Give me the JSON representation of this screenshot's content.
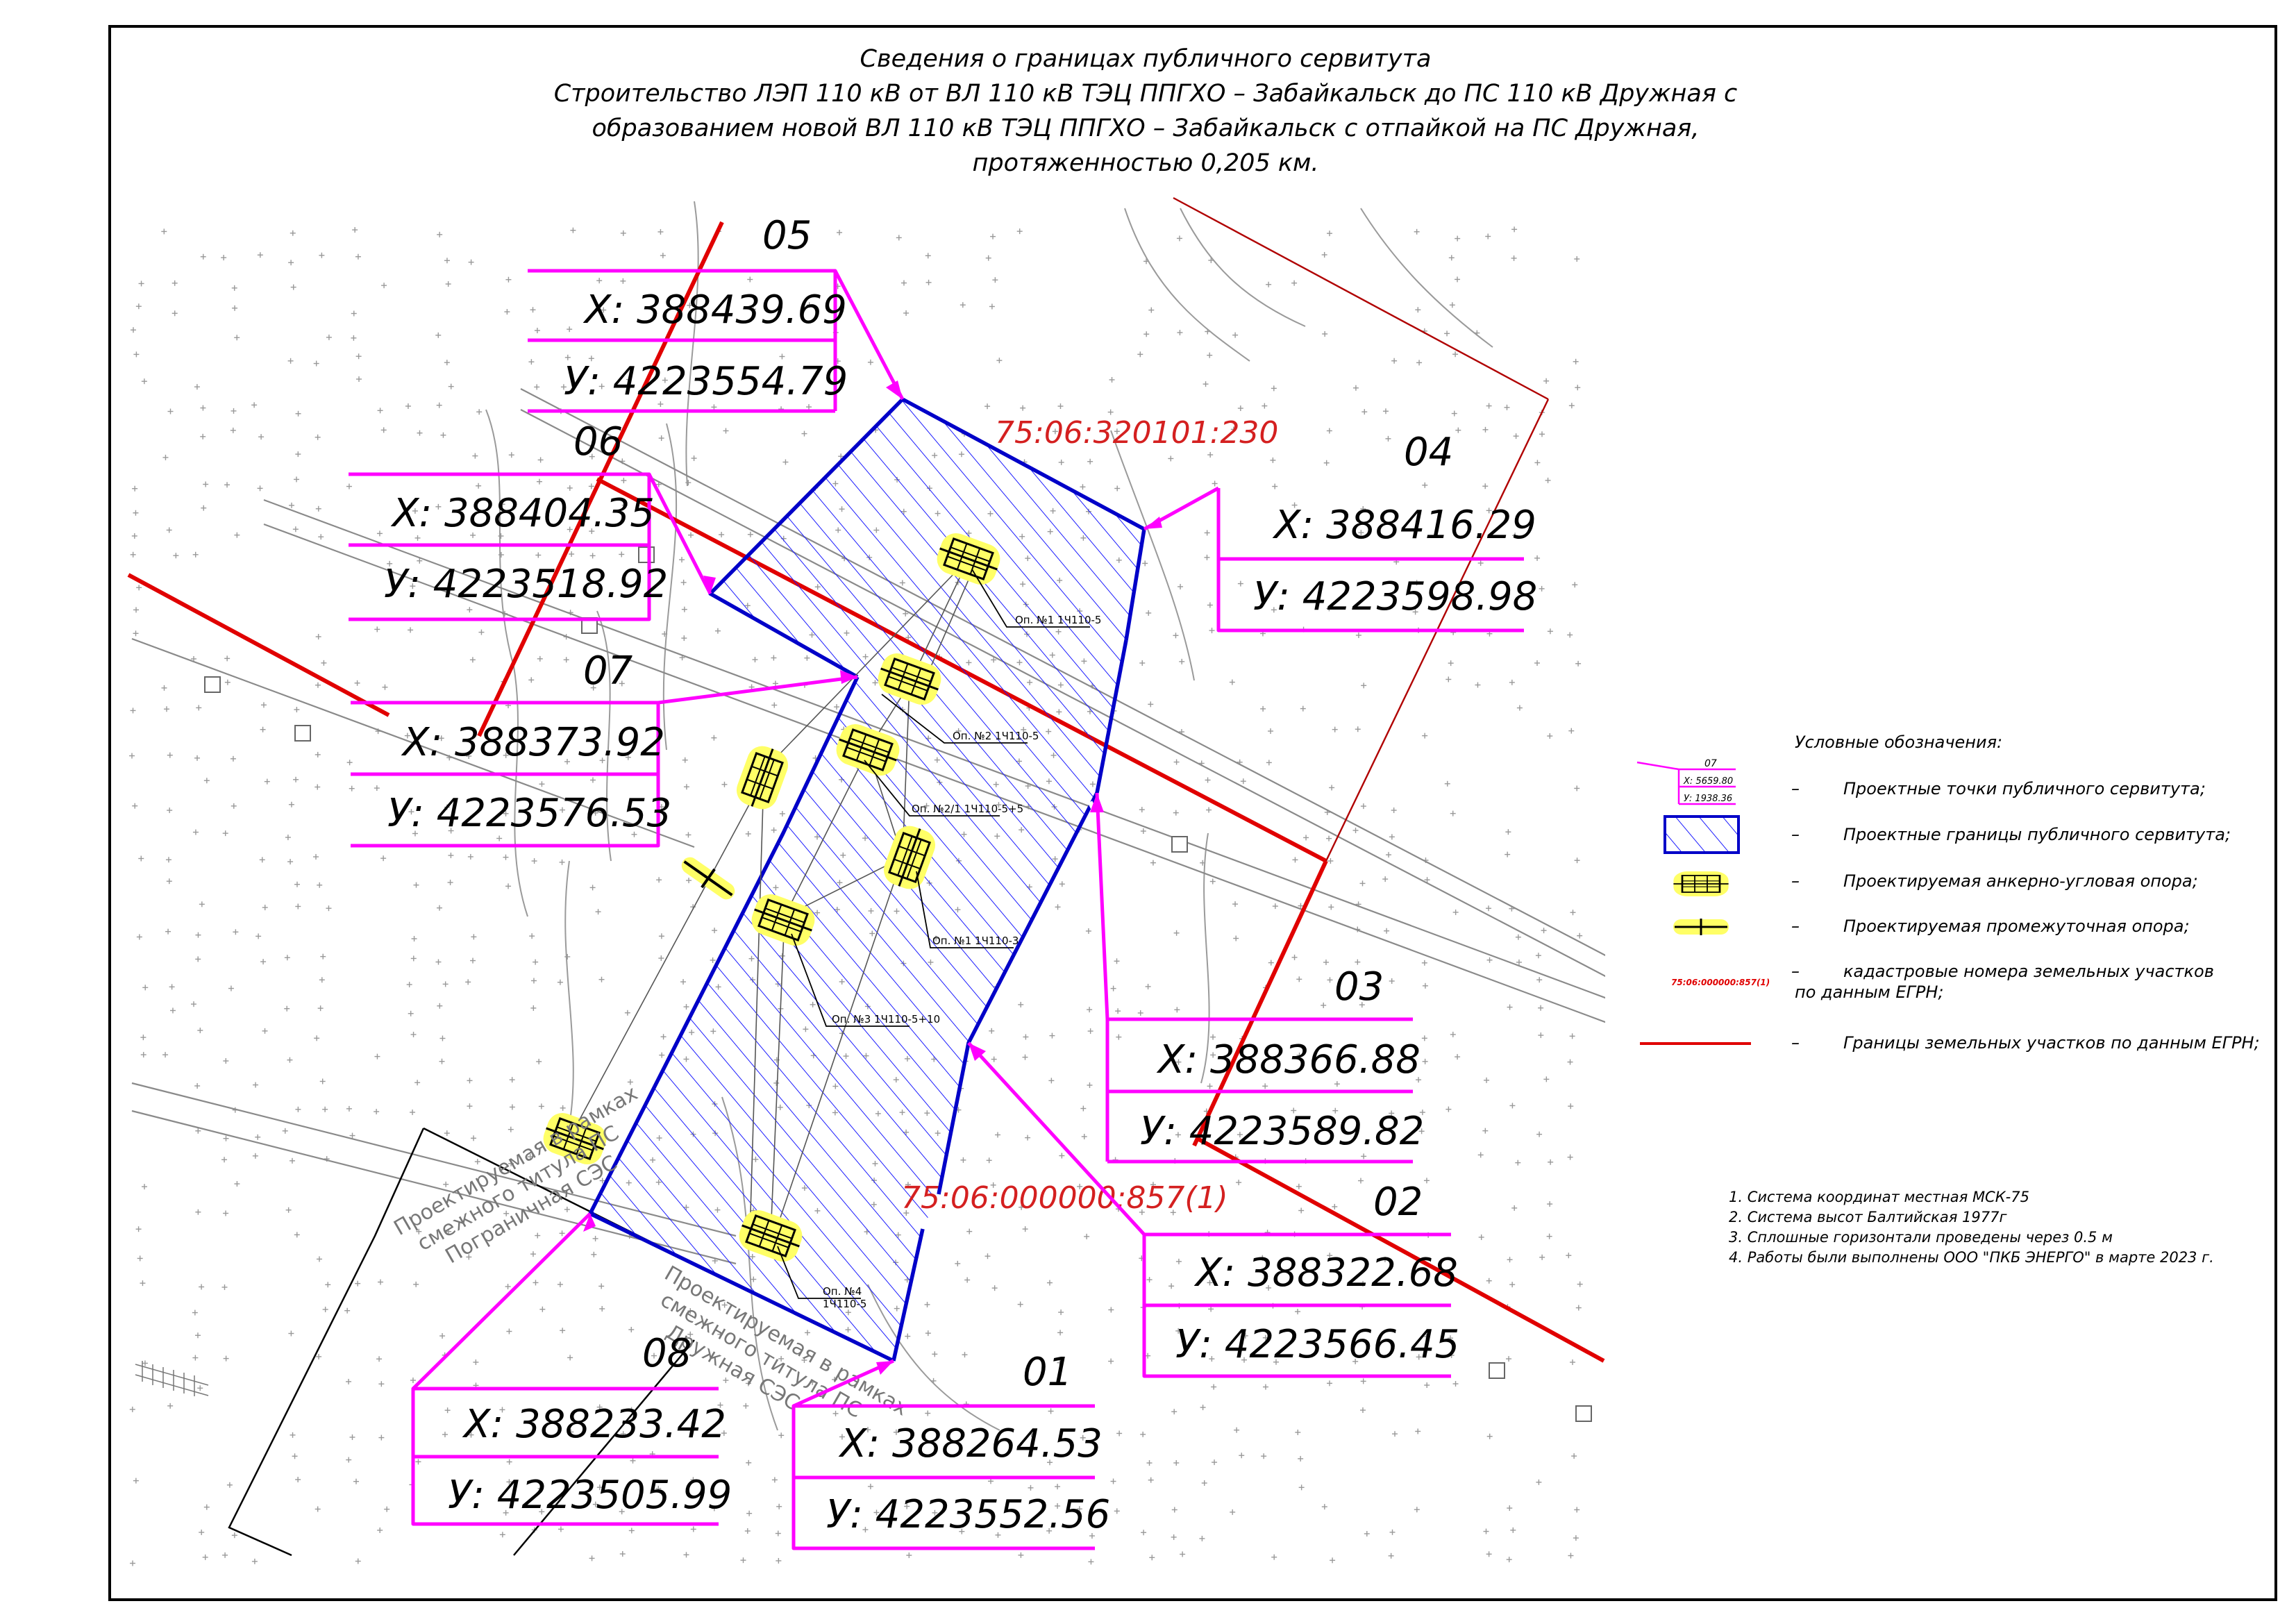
{
  "title": {
    "line1": "Сведения о границах публичного сервитута",
    "line2": "Строительство ЛЭП 110 кВ от ВЛ 110 кВ ТЭЦ ППГХО – Забайкальск до ПС 110 кВ Дружная с",
    "line3": "образованием новой ВЛ 110 кВ ТЭЦ ППГХО – Забайкальск с отпайкой на ПС Дружная,",
    "line4": "протяженностью 0,205 км."
  },
  "points": [
    {
      "id": "01",
      "x": "Х: 388264.53",
      "y": "У: 4223552.56"
    },
    {
      "id": "02",
      "x": "Х: 388322.68",
      "y": "У: 4223566.45"
    },
    {
      "id": "03",
      "x": "Х: 388366.88",
      "y": "У: 4223589.82"
    },
    {
      "id": "04",
      "x": "Х: 388416.29",
      "y": "У: 4223598.98"
    },
    {
      "id": "05",
      "x": "Х: 388439.69",
      "y": "У: 4223554.79"
    },
    {
      "id": "06",
      "x": "Х: 388404.35",
      "y": "У: 4223518.92"
    },
    {
      "id": "07",
      "x": "Х: 388373.92",
      "y": "У: 4223576.53"
    },
    {
      "id": "08",
      "x": "Х: 388233.42",
      "y": "У: 4223505.99"
    }
  ],
  "cadastral": {
    "parcel_a": "75:06:320101:230",
    "parcel_b": "75:06:000000:857(1)"
  },
  "supports": [
    "Оп. №1 1Ч110-5",
    "Оп. №2 1Ч110-5",
    "Оп. №2/1 1Ч110-5+5",
    "Оп. №1 1Ч110-3",
    "Оп. №3 1Ч110-5+10",
    "Оп. №4",
    "1Ч110-5"
  ],
  "adjacent_title_1": [
    "Проектируемая в рамках",
    "смежного титула ПС",
    "Пограничная СЭС"
  ],
  "adjacent_title_2": [
    "Проектируемая в рамках",
    "смежного титула ПС",
    "Дружная СЭС"
  ],
  "legend": {
    "title": "Условные обозначения:",
    "sample_point_id": "07",
    "sample_x": "Х: 5659.80",
    "sample_y": "У: 1938.36",
    "sample_cadastral": "75:06:000000:857(1)",
    "dash": "–",
    "items": [
      "Проектные точки публичного сервитута;",
      "Проектные границы публичного сервитута;",
      "Проектируемая анкерно-угловая опора;",
      "Проектируемая промежуточная опора;",
      "кадастровые номера земельных участков",
      "Границы земельных участков по данным ЕГРН;"
    ],
    "item5_cont": "по данным ЕГРН;"
  },
  "notes": [
    "1. Система координат местная МСК-75",
    "2. Система высот Балтийская 1977г",
    "3. Сплошные горизонтали проведены через 0.5 м",
    "4. Работы были выполнены ООО \"ПКБ ЭНЕРГО\" в марте 2023 г."
  ],
  "colors": {
    "magenta": "#ff00ff",
    "blue": "#0000c8",
    "red": "#e00000",
    "cadastral_red": "#d42020",
    "dark_red": "#b00000",
    "yellow": "#ffff66",
    "grey": "#888888",
    "black": "#000000"
  },
  "icons": {
    "anchor_support": "anchor-support-icon",
    "intermediate_support": "intermediate-support-icon"
  }
}
